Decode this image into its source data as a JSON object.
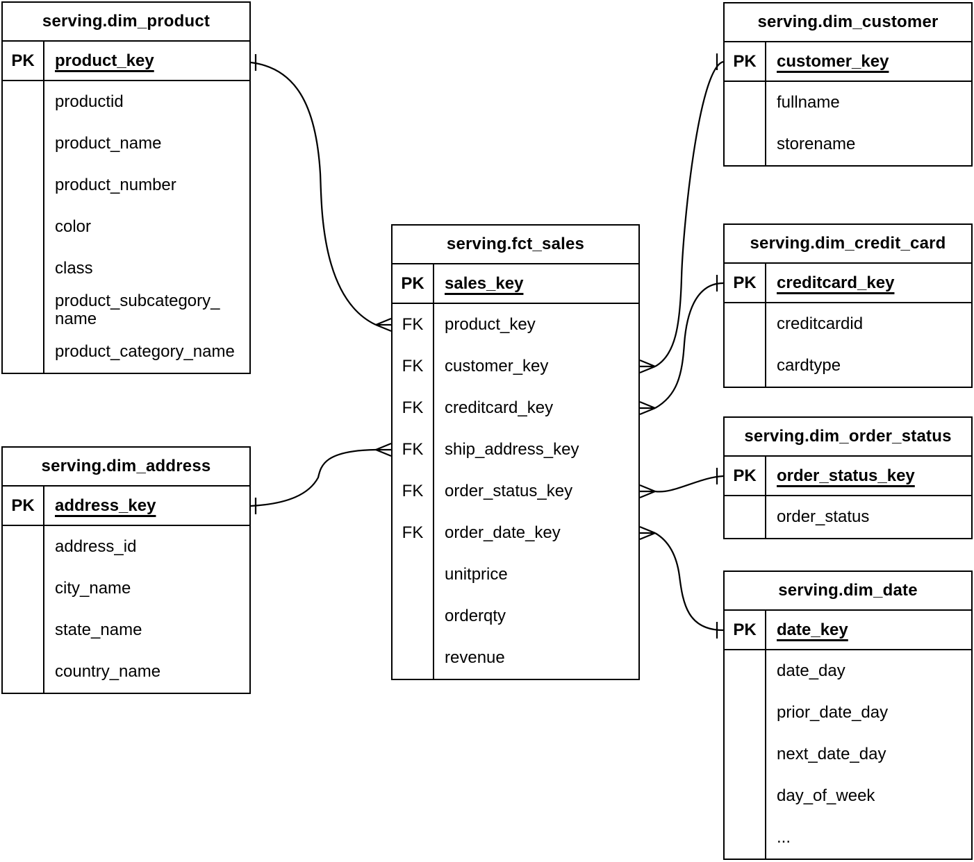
{
  "notation": {
    "primary_key_label": "PK",
    "foreign_key_label": "FK",
    "line_color": "#000000",
    "background_color": "#ffffff",
    "many_marker": "crow-foot",
    "one_marker": "tick"
  },
  "tables": {
    "dim_product": {
      "title": "serving.dim_product",
      "pk": {
        "key": "PK",
        "name": "product_key"
      },
      "fields": [
        {
          "key": "",
          "name": "productid"
        },
        {
          "key": "",
          "name": "product_name"
        },
        {
          "key": "",
          "name": "product_number"
        },
        {
          "key": "",
          "name": "color"
        },
        {
          "key": "",
          "name": "class"
        },
        {
          "key": "",
          "name": "product_subcategory_name"
        },
        {
          "key": "",
          "name": "product_category_name"
        }
      ]
    },
    "dim_address": {
      "title": "serving.dim_address",
      "pk": {
        "key": "PK",
        "name": "address_key"
      },
      "fields": [
        {
          "key": "",
          "name": "address_id"
        },
        {
          "key": "",
          "name": "city_name"
        },
        {
          "key": "",
          "name": "state_name"
        },
        {
          "key": "",
          "name": "country_name"
        }
      ]
    },
    "fct_sales": {
      "title": "serving.fct_sales",
      "pk": {
        "key": "PK",
        "name": "sales_key"
      },
      "fields": [
        {
          "key": "FK",
          "name": "product_key"
        },
        {
          "key": "FK",
          "name": "customer_key"
        },
        {
          "key": "FK",
          "name": "creditcard_key"
        },
        {
          "key": "FK",
          "name": "ship_address_key"
        },
        {
          "key": "FK",
          "name": "order_status_key"
        },
        {
          "key": "FK",
          "name": "order_date_key"
        },
        {
          "key": "",
          "name": "unitprice"
        },
        {
          "key": "",
          "name": "orderqty"
        },
        {
          "key": "",
          "name": "revenue"
        }
      ]
    },
    "dim_customer": {
      "title": "serving.dim_customer",
      "pk": {
        "key": "PK",
        "name": "customer_key"
      },
      "fields": [
        {
          "key": "",
          "name": "fullname"
        },
        {
          "key": "",
          "name": "storename"
        }
      ]
    },
    "dim_credit_card": {
      "title": "serving.dim_credit_card",
      "pk": {
        "key": "PK",
        "name": "creditcard_key"
      },
      "fields": [
        {
          "key": "",
          "name": "creditcardid"
        },
        {
          "key": "",
          "name": "cardtype"
        }
      ]
    },
    "dim_order_status": {
      "title": "serving.dim_order_status",
      "pk": {
        "key": "PK",
        "name": "order_status_key"
      },
      "fields": [
        {
          "key": "",
          "name": "order_status"
        }
      ]
    },
    "dim_date": {
      "title": "serving.dim_date",
      "pk": {
        "key": "PK",
        "name": "date_key"
      },
      "fields": [
        {
          "key": "",
          "name": "date_day"
        },
        {
          "key": "",
          "name": "prior_date_day"
        },
        {
          "key": "",
          "name": "next_date_day"
        },
        {
          "key": "",
          "name": "day_of_week"
        },
        {
          "key": "",
          "name": "..."
        }
      ]
    }
  },
  "relationships": [
    {
      "many_side": "serving.fct_sales.product_key",
      "one_side": "serving.dim_product.product_key"
    },
    {
      "many_side": "serving.fct_sales.customer_key",
      "one_side": "serving.dim_customer.customer_key"
    },
    {
      "many_side": "serving.fct_sales.creditcard_key",
      "one_side": "serving.dim_credit_card.creditcard_key"
    },
    {
      "many_side": "serving.fct_sales.ship_address_key",
      "one_side": "serving.dim_address.address_key"
    },
    {
      "many_side": "serving.fct_sales.order_status_key",
      "one_side": "serving.dim_order_status.order_status_key"
    },
    {
      "many_side": "serving.fct_sales.order_date_key",
      "one_side": "serving.dim_date.date_key"
    }
  ]
}
